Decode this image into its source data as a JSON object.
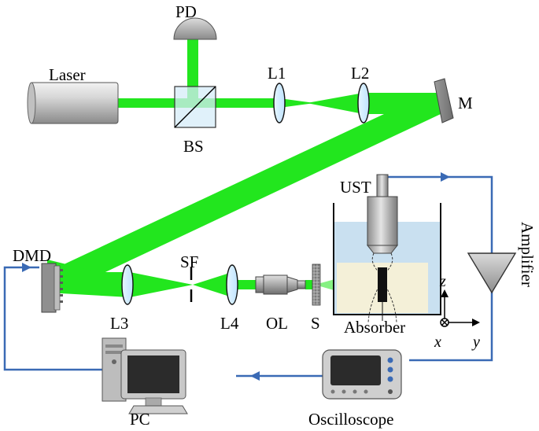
{
  "labels": {
    "pd": "PD",
    "laser": "Laser",
    "l1": "L1",
    "l2": "L2",
    "m": "M",
    "bs": "BS",
    "ust": "UST",
    "amplifier": "Amplifier",
    "dmd": "DMD",
    "sf": "SF",
    "l3": "L3",
    "l4": "L4",
    "ol": "OL",
    "s": "S",
    "absorber": "Absorber",
    "pc": "PC",
    "oscilloscope": "Oscilloscope"
  },
  "axes": {
    "z": "z",
    "x": "x",
    "y": "y"
  },
  "colors": {
    "beam": "#22e61e",
    "signal_line": "#3a6ab5",
    "water": "#c9e0f0",
    "absorber_region": "#f4f0d8",
    "metal": "#9a9a9a"
  }
}
